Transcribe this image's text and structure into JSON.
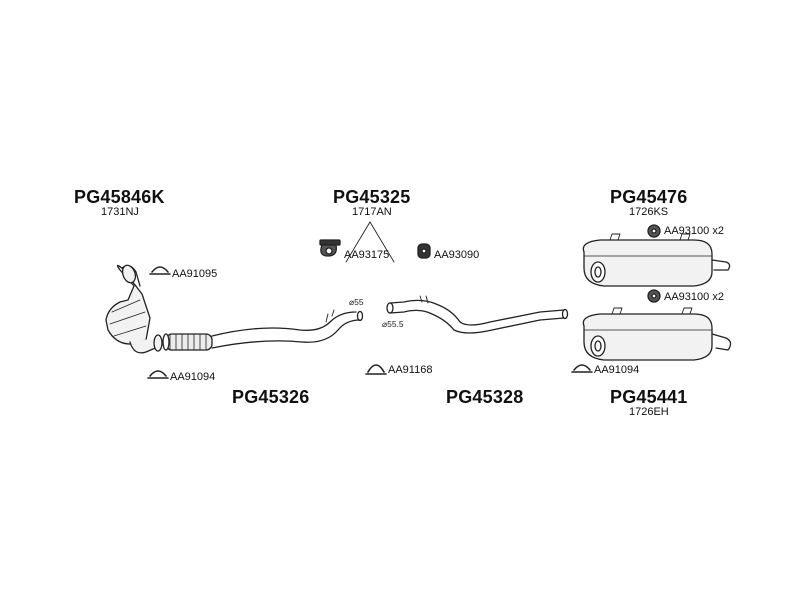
{
  "parts": {
    "catalyst": {
      "code": "PG45846K",
      "ref": "1731NJ"
    },
    "mid_silencer": {
      "code": "PG45325",
      "ref": "1717AN"
    },
    "rear_silencer_a": {
      "code": "PG45476",
      "ref": "1726KS"
    },
    "rear_silencer_b": {
      "code": "PG45441",
      "ref": "1726EH"
    },
    "front_pipe": {
      "code": "PG45326"
    },
    "rear_pipe": {
      "code": "PG45328"
    }
  },
  "fittings": {
    "clamp_cat_top": "AA91095",
    "clamp_cat_bottom": "AA91094",
    "mount_mid": "AA93175",
    "mount_mid2": "AA93090",
    "clamp_center": "AA91168",
    "rubber_a": "AA93100 x2",
    "rubber_b": "AA93100 x2",
    "clamp_rear": "AA91094"
  },
  "dimensions": {
    "d1": "⌀55",
    "d2": "⌀55.5"
  }
}
